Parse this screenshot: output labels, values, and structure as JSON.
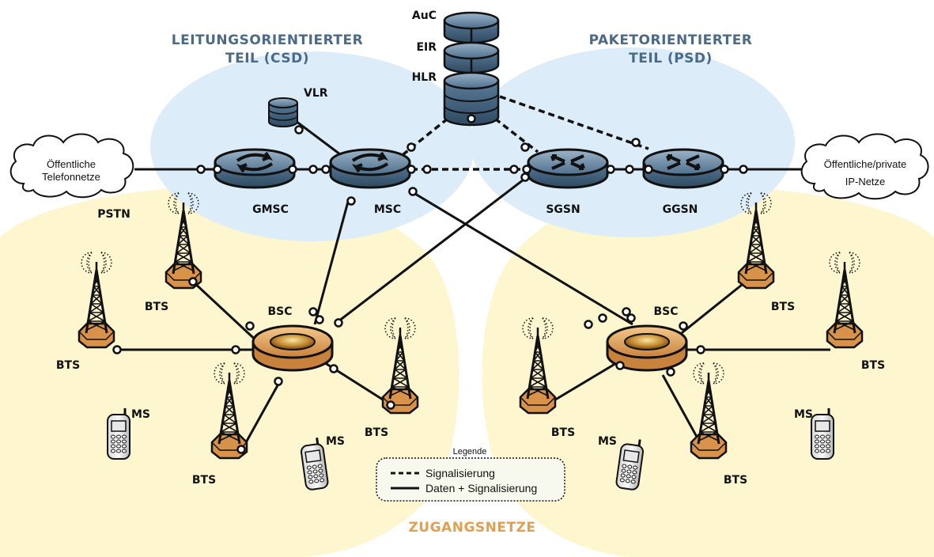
{
  "regions": {
    "circuit_line1": "LEITUNGSORIENTIERTER",
    "circuit_line2": "TEIL (CSD)",
    "packet_line1": "PAKETORIENTIERTER",
    "packet_line2": "TEIL (PSD)",
    "access": "ZUGANGSNETZE"
  },
  "nodes": {
    "auc": "AuC",
    "eir": "EIR",
    "hlr": "HLR",
    "vlr": "VLR",
    "gmsc": "GMSC",
    "msc": "MSC",
    "sgsn": "SGSN",
    "ggsn": "GGSN",
    "pstn": "PSTN",
    "bsc": "BSC",
    "bts": "BTS",
    "ms": "MS"
  },
  "clouds": {
    "left_line1": "Öffentliche",
    "left_line2": "Telefonnetze",
    "right_line1": "Öffentliche/private",
    "right_line2": "IP-Netze"
  },
  "legend": {
    "title": "Legende",
    "dashed": "Signalisierung",
    "solid": "Daten + Signalisierung"
  },
  "colors": {
    "circuit_area": "#dcecf8",
    "access_area": "#fdf6cf",
    "region_text": "#4a6a8a",
    "access_text": "#e0a050",
    "switch_blue": "#6d8eaa",
    "bsc_orange": "#e09a50"
  }
}
